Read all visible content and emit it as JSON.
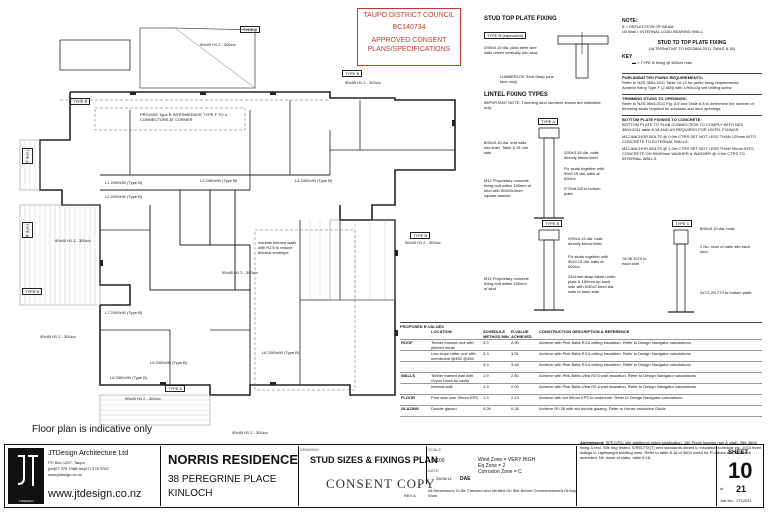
{
  "stamp": {
    "line1": "TAUPO DISTRICT COUNCIL",
    "line2": "BC140734",
    "line3": "APPROVED CONSENT",
    "line4": "PLANS/SPECIFICATIONS"
  },
  "plan": {
    "note": "Floor plan is indicative only",
    "type_tags": [
      "TYPE B",
      "TYPE B",
      "TYPE A",
      "TYPE B",
      "TYPE B",
      "TYPE B",
      "TYPE A",
      "TYPE B"
    ],
    "labels": [
      "90x45 H1.2 - 300c/c",
      "90x45 H1.2 - 300c/c",
      "90x45 H1.2 - 300c/c",
      "90x45 H1.2 - 300c/c",
      "90x45 H1.2 - 300c/c",
      "90x45 H1.2 - 300c/c",
      "90x45 H1.2 - 300c/c",
      "90x45 H1.2 - 300c/c"
    ],
    "lintels": [
      "L1 2000x90 (Type B)",
      "L2 2000x90 (Type B)",
      "L3 2400x90 (Type B)",
      "L4 2400x90 (Type B)",
      "L5 2000x90 (Type B)",
      "L6 2000x90 (Type B)",
      "L7 2000x90 (Type B)",
      "L8 2000x90 (Type B)"
    ],
    "room_note": "Insulate internal walls with R2.6 to reduce thermal envelope",
    "roof_note": "PROVIDE Type B INTERMEDIATE TYPE F TO 4 CONNECTORS AT CORNER"
  },
  "stud_top": {
    "title": "STUD TOP PLATE FIXING",
    "type": "TYPE B (equivalent)",
    "note1": "2/90x3.15 dia. plain steel wire nails driven vertically into stud.",
    "strap": "LUMBERLOK Stud Strap (one face only)"
  },
  "lintel_fixing": {
    "title": "LINTEL FIXING TYPES",
    "important": "IMPORTANT NOTE: Trimming stud numbers shown are indicative only",
    "types": [
      "TYPE A",
      "TYPE B",
      "TYPE C"
    ],
    "notes": [
      "8/90x3.15 dia. end nails into lintel. Table 8.15 one side",
      "2/90x3.15 dia. nails directly below lintel.",
      "Fix studs together with 90x3.15 dia. nails at 600c/c",
      "M12 Proprietary concrete fixing bolt within 150mm of stud with 50x50x3mm square washer.",
      "2/75x8.2/8 to bottom plate.",
      "2/90x3.15 dia. nails directly below lintel.",
      "Fix studs together with 90x3.15 dia. nails at 600c/c",
      "25x1mm strap taken under plate & 150mm up each side with 6/30x2.5mm dia. nails to each side.",
      "M12 Proprietary concrete fixing bolt within 150mm of stud.",
      "8/90x3.15 dia. nails",
      "2 No. rows of nails into each stud",
      "76.06 1070 to each side",
      "2x7/1.2N 274 to bottom plate."
    ]
  },
  "notes_panel": {
    "note_title": "NOTE:",
    "note_lines": [
      "ß = DEFLECTION OF BEAM",
      "LB Wall = INTERNAL LOAD BEARING WALL"
    ],
    "stud_to_top": "STUD TO TOP PLATE FIXING",
    "stud_to_top_sub": "(ALTERNATIVE TO NZS3604:2011 TABLE 8.18)",
    "key": "KEY",
    "key_item": "= TYPE B fixing @ 600c/s max",
    "purlin_title": "PURLIN/BATTEN FIXING REQUIREMENTS:",
    "purlin_lines": [
      "Refer to NZS 3604:2011 Table 10.13 for purlin fixing requirements.",
      "Achieve fixing Type F (2.4kN) with 1/90x10g self drilling screw."
    ],
    "trimming_title": "TRIMMING STUDS TO OPENINGS:",
    "trimming_lines": [
      "Refer to NZS 3604:2011 Fig. 8.5 and Table 8.8 to determine the number of trimming studs required for windows and door openings."
    ],
    "bottom_title": "BOTTOM PLATE FIXINGS TO CONCRETE:",
    "bottom_lines": [
      "BOTTOM PLATE TO SLAB CONNECTION TO COMPLY WITH NZS 3604:2011 table 8.18 AND AS REQUIRED FOR LINTEL FIXINGS.",
      "M12 ANCHOR BOLTS @ 0.9m CTRS SET NOT LESS THAN 120mm INTO CONCRETE TO EXTERNAL WALLS.",
      "M12 ANCHOR BOLTS @ 1.2m CTRS SET NOT LESS THAN 90mm INTO CONCRETE ON 50x50mm WASHER & WASHER @ 0.6m CTRS TO INTERNAL WALLS."
    ]
  },
  "r_values": {
    "title": "PROPOSED R-VALUES",
    "headers": [
      "",
      "LOCATION",
      "SCHEDULE METHOD MIN",
      "R-VALUE ACHIEVED",
      "CONSTRUCTION DESCRIPTION & REFERENCE"
    ],
    "rows": [
      [
        "ROOF",
        "Timber trussed roof with pitched metal",
        "3.3",
        "2.90",
        "Achieve with Pink Batts R3.6 ceiling insulation. Refer to Design Navigator calculations"
      ],
      [
        "",
        "Low slope rafter roof with membrane @450 @450",
        "3.3",
        "3.51",
        "Achieve with Pink Batts R3.6 ceiling insulation. Refer to Design Navigator calculations"
      ],
      [
        "",
        "",
        "3.3",
        "3.48",
        "Achieve with Pink Batts R3.6 ceiling insulation. Refer to Design Navigator calculations"
      ],
      [
        "WALLS",
        "Timber framed wall with Gryon Lines as cavity",
        "1.9",
        "2.60",
        "Achieve with Pink Batts Ultra R2.6 wall insulation. Refer to Design Navigator calculations"
      ],
      [
        "",
        "Internal wall",
        "1.3",
        "2.00",
        "Achieve with Pink Batts Ultra R2.6 wall insulation. Refer to Design Navigator calculations"
      ],
      [
        "FLOOR",
        "Free slab over 50mm EPS",
        "1.3",
        "2.13",
        "Achieve with full 50mm EPS to underside. Refer to Design Navigator calculations"
      ],
      [
        "GLAZING",
        "Double glazed",
        "0.26",
        "0.26",
        "Achieve R0.26 with std double glazing. Refer to House Insulation Guide"
      ]
    ]
  },
  "revisions": {
    "title": "Amendment:",
    "text": "SPECIFIC site additional notes clarification. 150 Purlin framing (set & clad). Site 3604 fixing & test. Site ring tested. S/RELFIX(T) new standards added to insulation schedule etc. 2014 three listings in Lightweight building uses. Refer to table 8.18 of 3604 noted for R-values etc. Nil tables amended. Nil. Issue of slabs, table 8.18."
  },
  "titleblock": {
    "company": "JTDesign Architecture Ltd",
    "address1": "PO Box 1257, Taupo",
    "phone": "(ph)07 378 1988  fax(07) 378 3782",
    "email": "www.jtdesign.co.nz",
    "web": "www.jtdesign.co.nz",
    "logo_caption": "JTDESIGN ARCHITECTURE",
    "project": "NORRIS RESIDENCE",
    "address_line1": "38 PEREGRINE PLACE",
    "address_line2": "KINLOCH",
    "drawing": "STUD SIZES & FIXINGS PLAN",
    "drawing_label": "DRAWING",
    "scale_label": "SCALE",
    "scale": "1:100",
    "date_label": "DATE",
    "date": "26/08/14",
    "drawn": "DAE",
    "wind": "Wind Zone = VERY HIGH",
    "eq": "Eq Zone = 2",
    "corrosion": "Corrosion Zone = C",
    "consent": "CONSENT COPY",
    "rev": "REV A",
    "disclaimer": "All Dimensions To Be Checked And Verified On Site Before Commencement Of Any Work",
    "sheet_label": "SHEET",
    "sheet": "10",
    "of": "21",
    "job": "JT12031"
  }
}
